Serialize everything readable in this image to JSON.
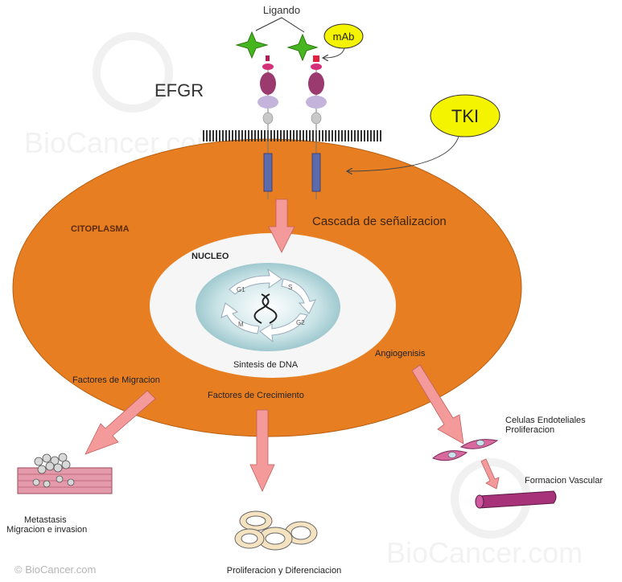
{
  "diagram": {
    "ligand_label": "Ligando",
    "mab_label": "mAb",
    "receptor_label": "EFGR",
    "tki_label": "TKI",
    "cytoplasm_label": "CITOPLASMA",
    "cascade_label": "Cascada de señalizacion",
    "nucleus_label": "NUCLEO",
    "dna_synthesis_label": "Sintesis de DNA",
    "cell_cycle_phases": [
      "G1",
      "S",
      "G2",
      "M"
    ],
    "angiogenesis_label": "Angiogenisis",
    "migration_factors_label": "Factores de Migracion",
    "growth_factors_label": "Factores de Crecimiento",
    "endothelial_line1": "Celulas Endoteliales",
    "endothelial_line2": "Proliferacion",
    "vascular_label": "Formacion Vascular",
    "metastasis_line1": "Metastasis",
    "metastasis_line2": "Migracion e invasion",
    "proliferation_label": "Proliferacion y Diferenciacion",
    "copyright_label": "© BioCancer.com",
    "watermark_text": "BioCancer.com"
  },
  "colors": {
    "cytoplasm": "#e87e22",
    "nucleus": "#f6f6f6",
    "ligand": "#47b520",
    "callout_yellow": "#f4f400",
    "arrow_pink": "#f59a9a",
    "receptor_head": "#9b3a6e",
    "receptor_mid": "#c4b3db",
    "receptor_tm": "#5c6bab"
  }
}
